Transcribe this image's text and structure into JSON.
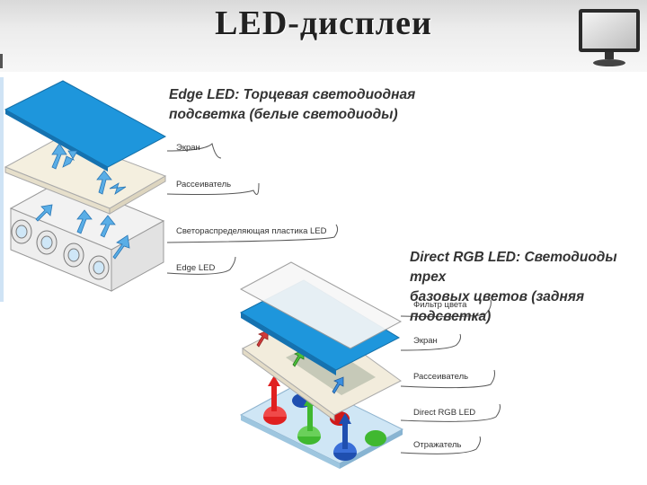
{
  "slide": {
    "title": "LED-дисплеи"
  },
  "edge_led": {
    "heading": "Edge LED: Торцевая светодиодная\nподсветка (белые светодиоды)",
    "labels": {
      "screen": "Экран",
      "diffuser": "Рассеиватель",
      "light_guide": "Светораспределяющая пластика LED",
      "edge_led": "Edge LED"
    }
  },
  "direct_led": {
    "heading": "Direct RGB LED: Светодиоды трех\nбазовых цветов (задняя подсветка)",
    "labels": {
      "color_filter": "Фильтр цвета",
      "screen": "Экран",
      "diffuser": "Рассеиватель",
      "rgb_led": "Direct RGB LED",
      "reflector": "Отражатель"
    }
  },
  "colors": {
    "screen_blue": "#1e96dc",
    "led_red": "#e02020",
    "led_green": "#40b830",
    "led_blue": "#1f4fb0"
  }
}
